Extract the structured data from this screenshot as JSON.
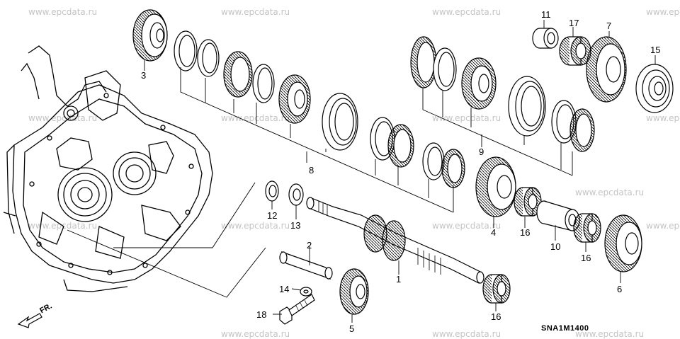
{
  "watermark": "www.epcdata.ru",
  "diagram_code": "SNA1M1400",
  "direction_label": "FR.",
  "callouts": {
    "c1": "1",
    "c2": "2",
    "c3": "3",
    "c4": "4",
    "c5": "5",
    "c6": "6",
    "c7": "7",
    "c8": "8",
    "c9": "9",
    "c10": "10",
    "c11": "11",
    "c12": "12",
    "c13": "13",
    "c14": "14",
    "c15": "15",
    "c16a": "16",
    "c16b": "16",
    "c16c": "16",
    "c17": "17",
    "c18": "18"
  }
}
